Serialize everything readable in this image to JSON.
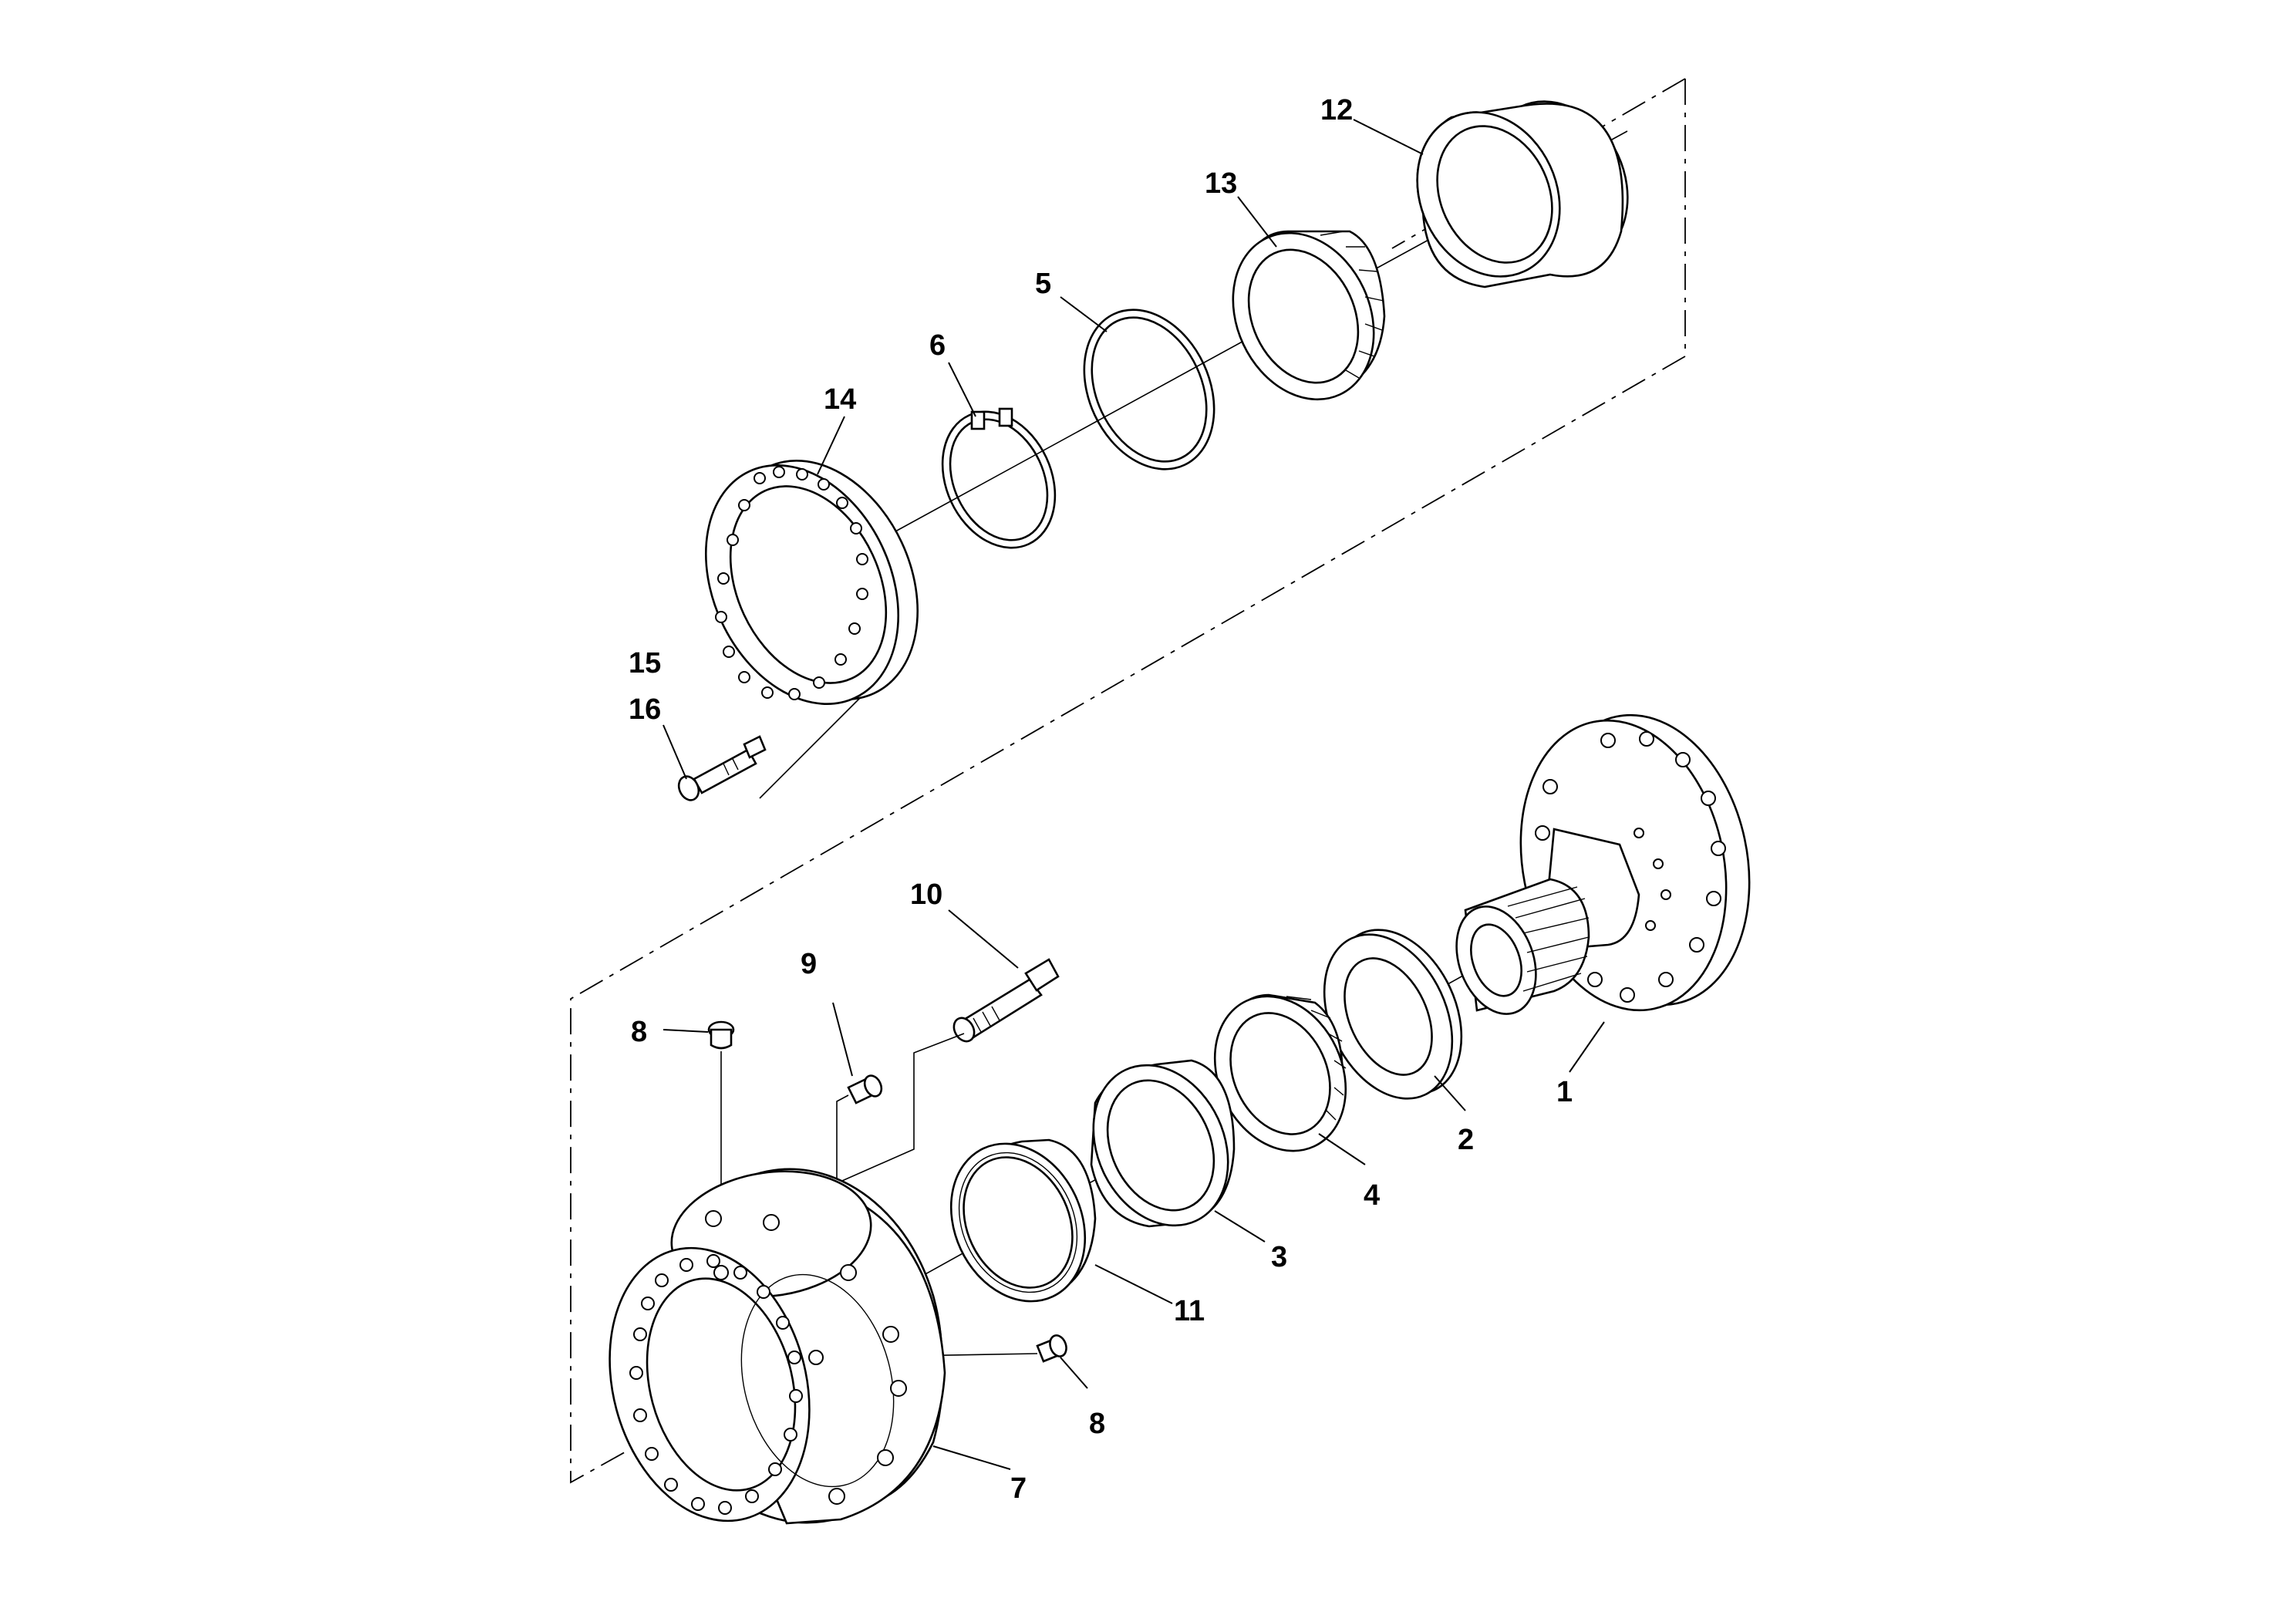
{
  "diagram": {
    "type": "exploded-parts-drawing",
    "callouts": {
      "c1": "1",
      "c2": "2",
      "c3": "3",
      "c4": "4",
      "c5": "5",
      "c6": "6",
      "c7": "7",
      "c8a": "8",
      "c8b": "8",
      "c9": "9",
      "c10": "10",
      "c11": "11",
      "c12": "12",
      "c13": "13",
      "c14": "14",
      "c15": "15",
      "c16": "16"
    }
  }
}
